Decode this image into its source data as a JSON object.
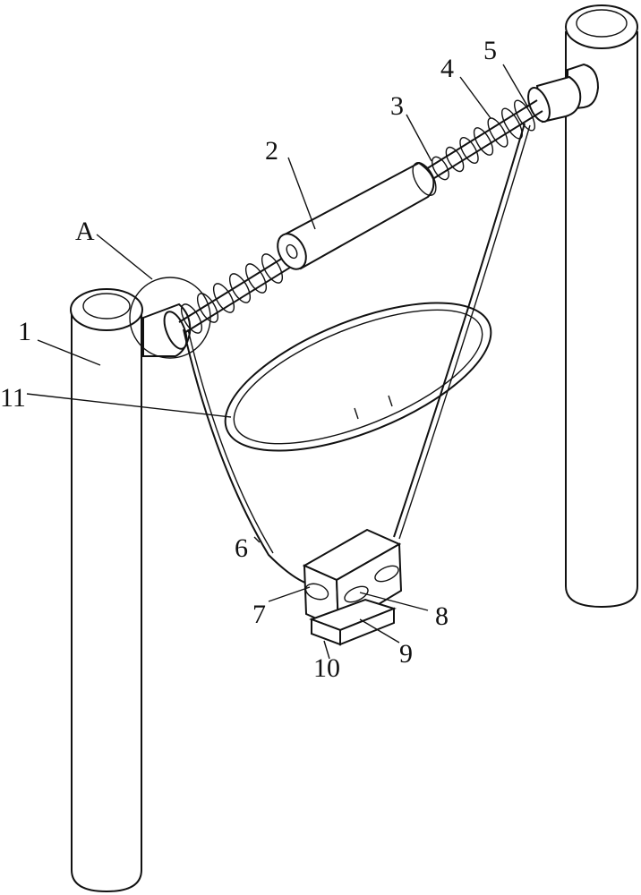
{
  "figure": {
    "labels": {
      "post_left": "1",
      "cylinder": "2",
      "spring_rod": "3",
      "spring": "4",
      "sleeve": "5",
      "rope": "6",
      "block": "7",
      "hole": "8",
      "connector": "9",
      "base_plate": "10",
      "ring": "11",
      "detail_A": "A"
    }
  }
}
